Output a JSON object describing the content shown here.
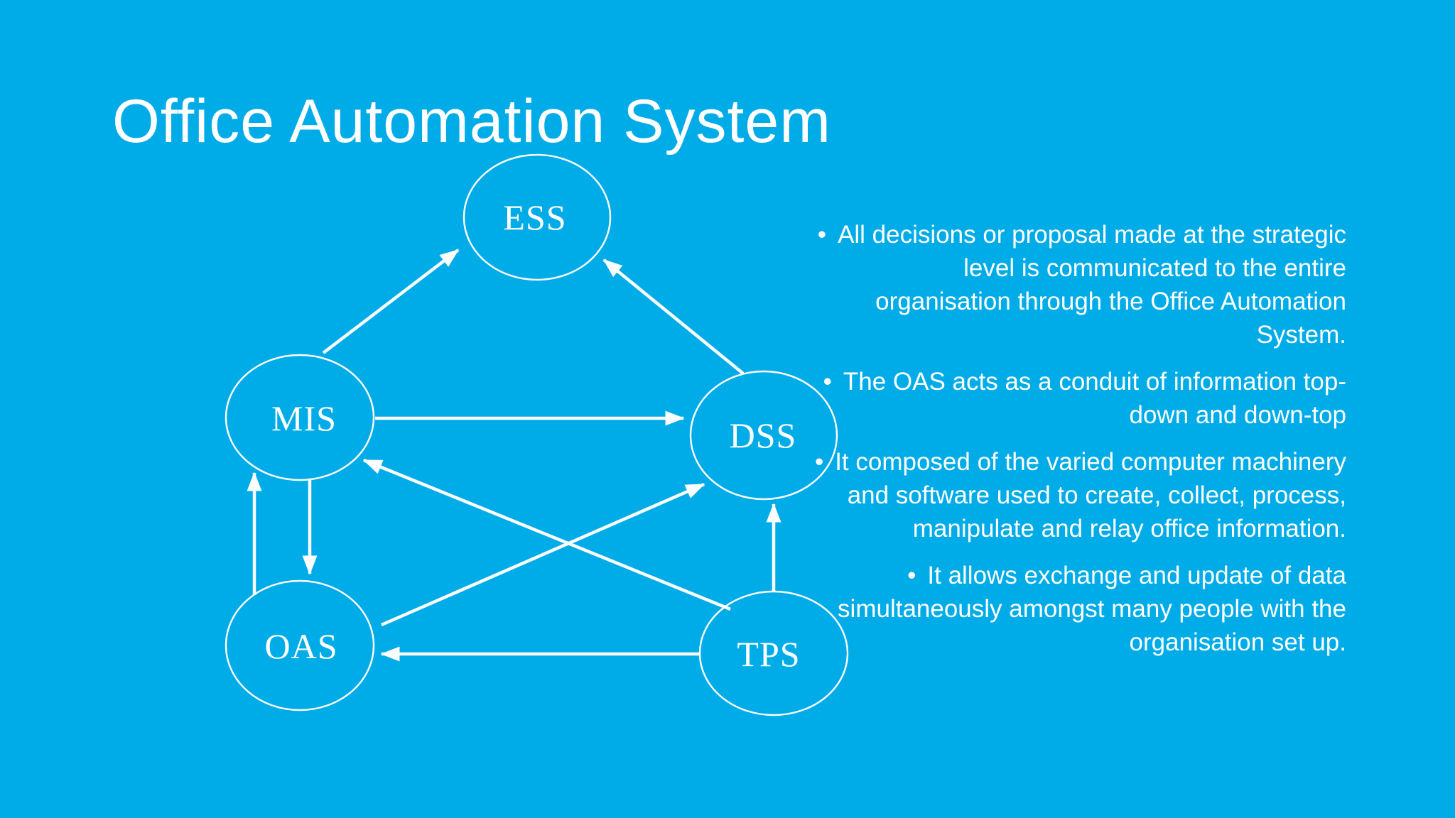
{
  "slide": {
    "title": "Office Automation System",
    "background_color": "#00ACE8",
    "text_color": "#FFFFFF"
  },
  "diagram": {
    "nodes": [
      {
        "id": "ess",
        "label": "ESS"
      },
      {
        "id": "mis",
        "label": "MIS"
      },
      {
        "id": "dss",
        "label": "DSS"
      },
      {
        "id": "oas",
        "label": "OAS"
      },
      {
        "id": "tps",
        "label": "TPS"
      }
    ],
    "connections": [
      {
        "from": "MIS",
        "to": "ESS"
      },
      {
        "from": "DSS",
        "to": "ESS"
      },
      {
        "from": "MIS",
        "to": "DSS"
      },
      {
        "from": "OAS",
        "to": "MIS"
      },
      {
        "from": "MIS",
        "to": "OAS"
      },
      {
        "from": "OAS",
        "to": "DSS"
      },
      {
        "from": "TPS",
        "to": "MIS"
      },
      {
        "from": "TPS",
        "to": "OAS"
      },
      {
        "from": "TPS",
        "to": "DSS"
      }
    ]
  },
  "bullets": {
    "marker": "•",
    "items": [
      {
        "text": "All decisions or proposal made at the strategic\nlevel is communicated to the entire\norganisation through the Office Automation\nSystem."
      },
      {
        "text": "The OAS acts as a conduit of information top-\ndown and down-top"
      },
      {
        "text": "It composed of the varied computer machinery\nand software used to create, collect, process,\nmanipulate and relay office information."
      },
      {
        "text": "It allows exchange and update of data\nsimultaneously amongst many people with the\norganisation set up."
      }
    ]
  }
}
